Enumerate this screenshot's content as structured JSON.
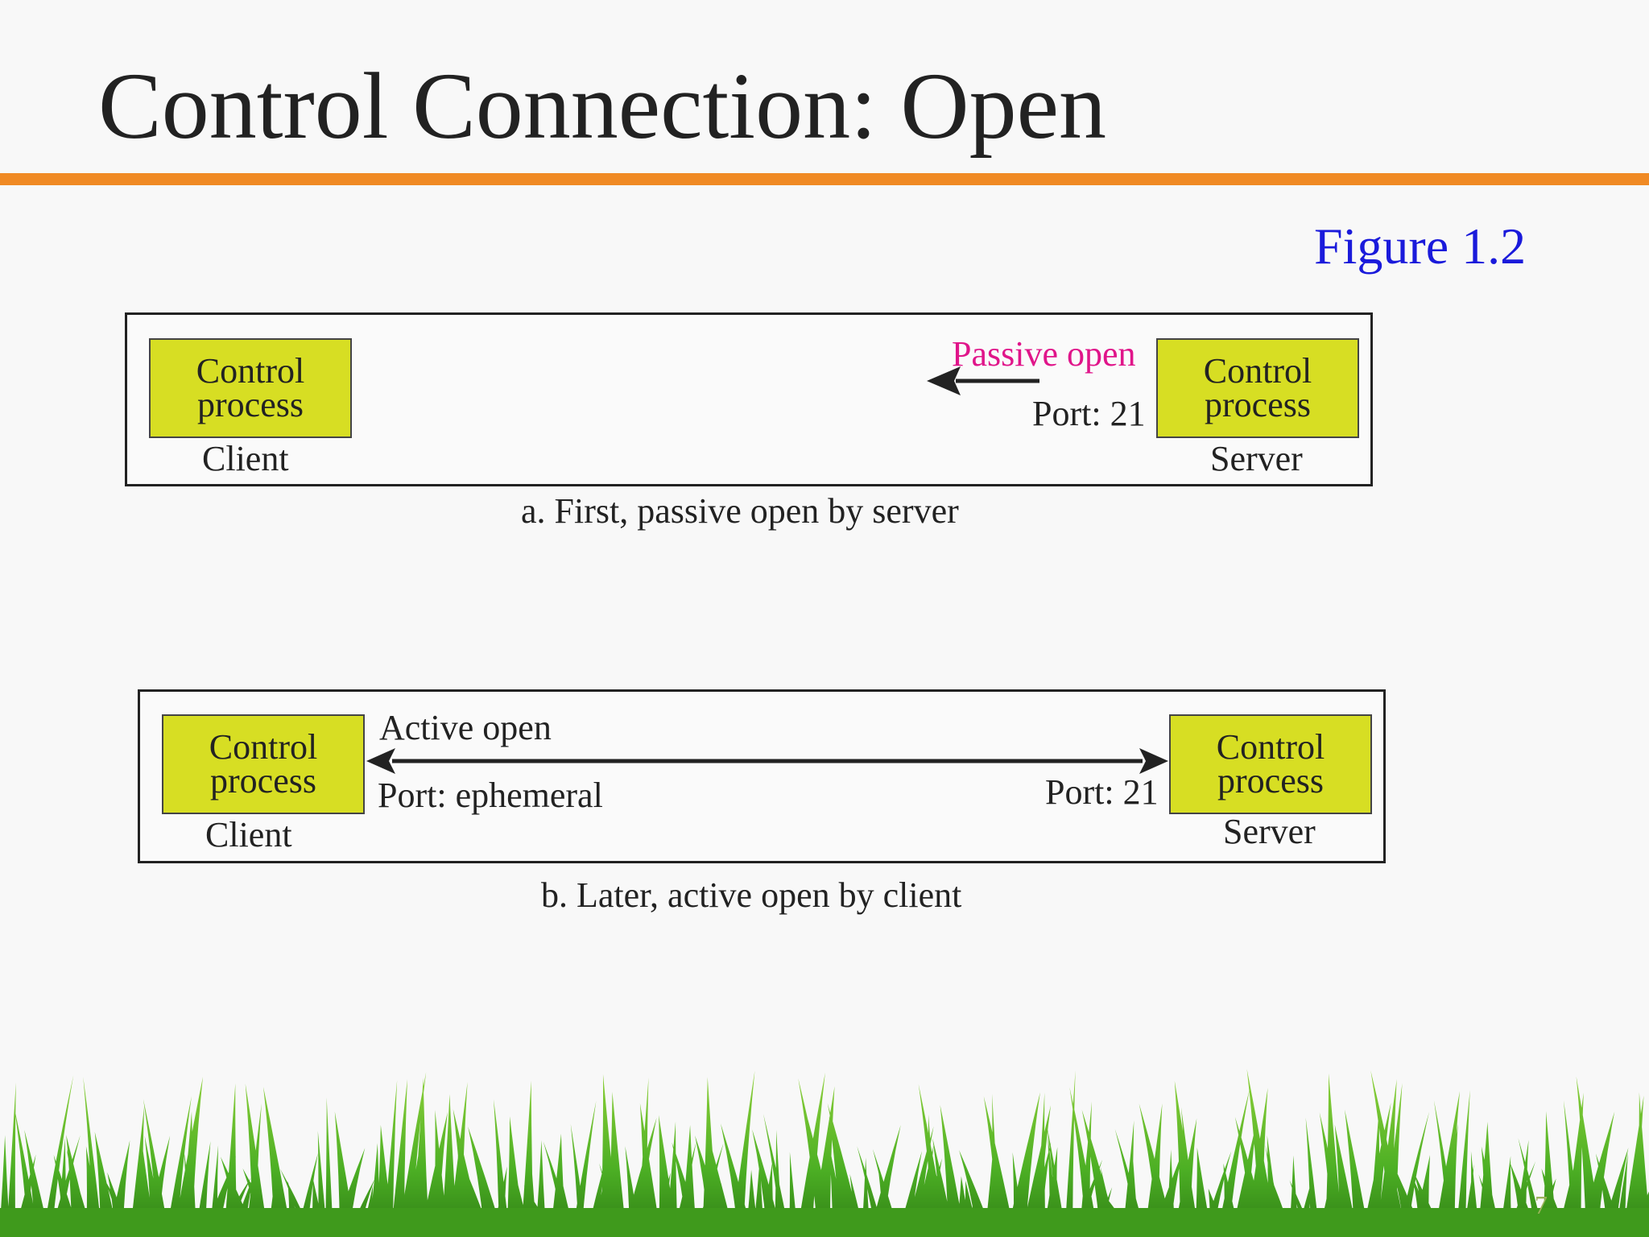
{
  "slide": {
    "title": "Control Connection: Open",
    "figure_label": "Figure 1.2",
    "page_number": "7"
  },
  "panel_a": {
    "client_box": {
      "line1": "Control",
      "line2": "process"
    },
    "client_label": "Client",
    "server_box": {
      "line1": "Control",
      "line2": "process"
    },
    "server_label": "Server",
    "arrow_label": "Passive open",
    "server_port": "Port: 21",
    "caption": "a. First, passive open by server"
  },
  "panel_b": {
    "client_box": {
      "line1": "Control",
      "line2": "process"
    },
    "client_label": "Client",
    "server_box": {
      "line1": "Control",
      "line2": "process"
    },
    "server_label": "Server",
    "arrow_label": "Active open",
    "client_port": "Port: ephemeral",
    "server_port": "Port: 21",
    "caption": "b. Later, active open by client"
  },
  "colors": {
    "accent_bar": "#f08a24",
    "figure_label": "#1a1adb",
    "process_box": "#d7de23",
    "passive_open": "#e0158a",
    "grass": "#4caf24"
  }
}
